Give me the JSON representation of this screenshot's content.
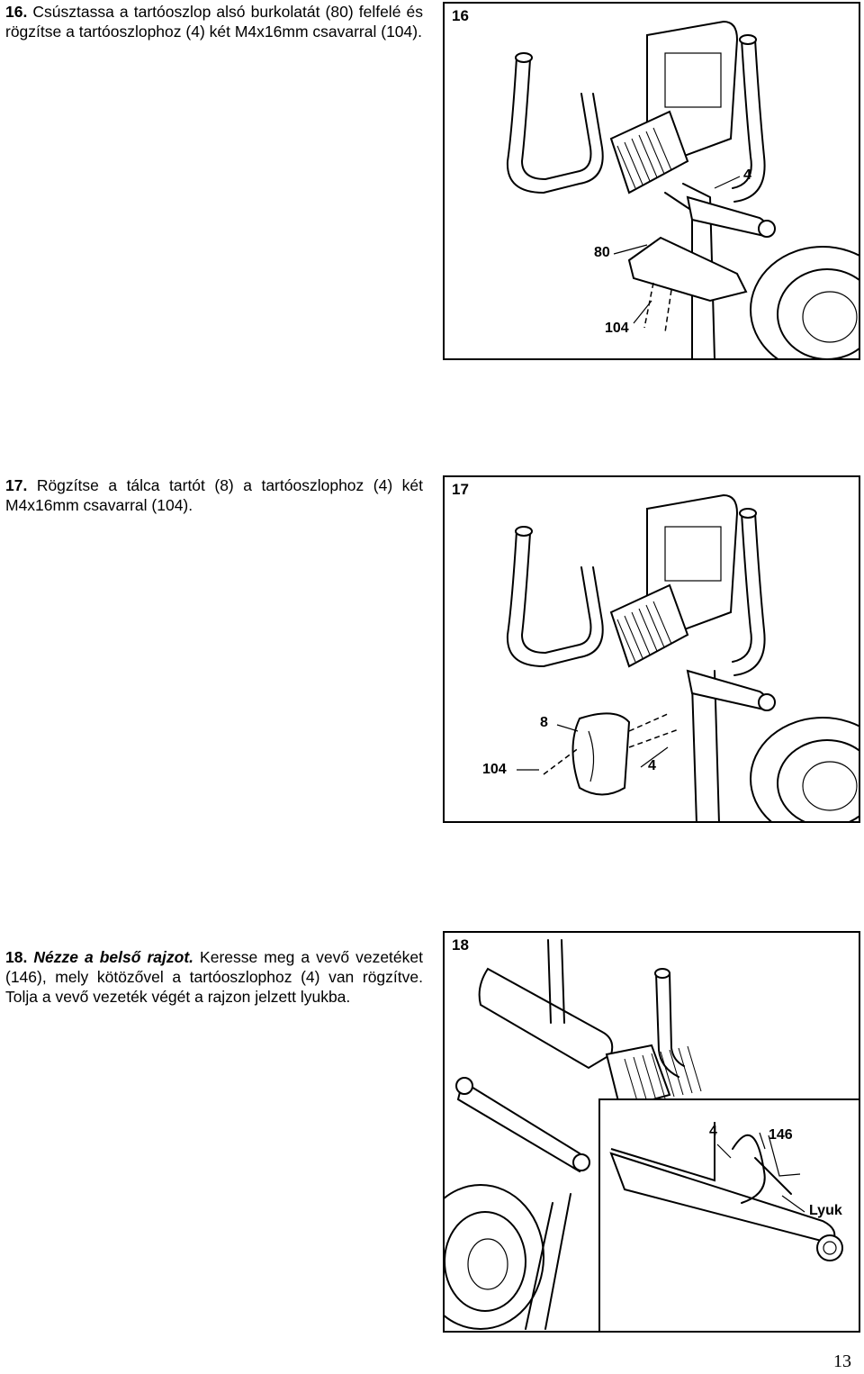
{
  "steps": [
    {
      "number": "16.",
      "text": "Csúsztassa a tartóoszlop alsó burkolatát (80) felfelé és rögzítse a tartóoszlophoz (4) két M4x16mm csavarral (104).",
      "figure": {
        "label": "16",
        "callouts": [
          "4",
          "80",
          "104"
        ]
      }
    },
    {
      "number": "17.",
      "text": "Rögzítse a tálca tartót (8) a tartóoszlophoz (4) két M4x16mm csavarral (104).",
      "figure": {
        "label": "17",
        "callouts": [
          "8",
          "104",
          "4"
        ]
      }
    },
    {
      "number": "18.",
      "bold_lead": "Nézze a belső rajzot.",
      "text": "Keresse meg a vevő vezetéket (146), mely kötözővel a tartóoszlophoz (4) van rögzítve. Tolja a vevő vezeték végét a rajzon jelzett lyukba.",
      "figure": {
        "label": "18",
        "callouts": [
          "4",
          "146",
          "Lyuk"
        ]
      }
    }
  ],
  "page_number": "13"
}
